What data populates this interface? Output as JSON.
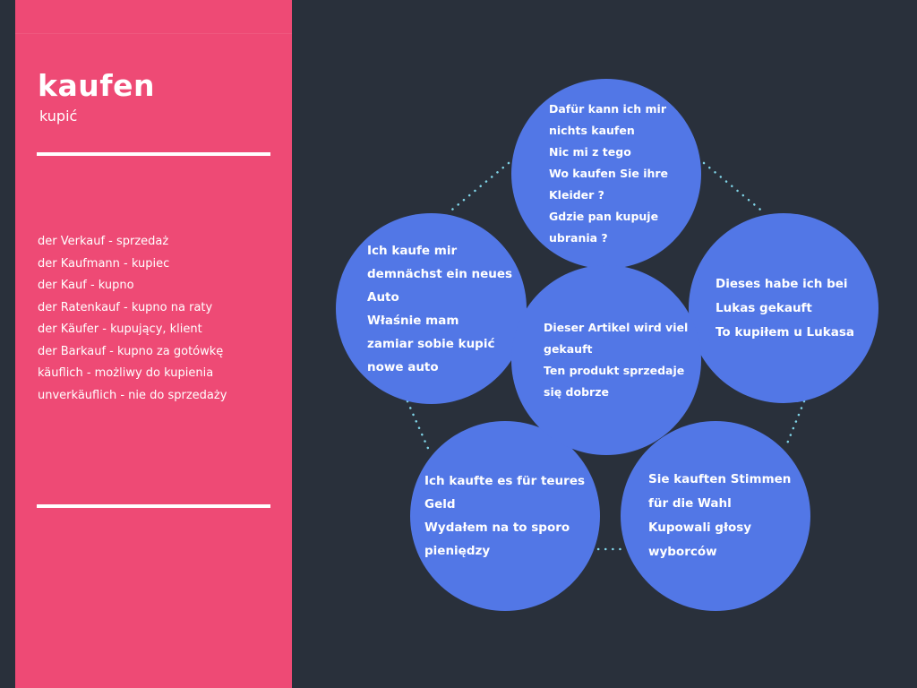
{
  "sidebar": {
    "word": "kaufen",
    "translation": "kupić",
    "related": [
      "der Verkauf - sprzedaż",
      "der Kaufmann - kupiec",
      "der Kauf - kupno",
      "der Ratenkauf - kupno na raty",
      "der Käufer - kupujący, klient",
      "der Barkauf - kupno za gotówkę",
      "käuflich - możliwy do kupienia",
      "unverkäuflich - nie do sprzedaży"
    ]
  },
  "bubbles": {
    "top": {
      "lines": [
        "Dafür kann ich mir",
        "nichts kaufen",
        "Nic mi z tego",
        "Wo kaufen Sie ihre",
        "Kleider ?",
        "Gdzie pan kupuje",
        "ubrania ?"
      ]
    },
    "center": {
      "lines": [
        "Dieser Artikel wird viel",
        "gekauft",
        "Ten produkt sprzedaje",
        "się dobrze"
      ]
    },
    "left": {
      "lines": [
        "Ich kaufe mir",
        "demnächst ein neues",
        "Auto",
        "Właśnie mam",
        "zamiar sobie kupić",
        "nowe auto"
      ]
    },
    "right": {
      "lines": [
        "Dieses habe ich bei",
        "Lukas gekauft",
        "To kupiłem u Lukasa"
      ]
    },
    "bottom_left": {
      "lines": [
        "Ich kaufte es für teures",
        "Geld",
        "Wydałem na to sporo",
        "pieniędzy"
      ]
    },
    "bottom_right": {
      "lines": [
        "Sie kauften Stimmen",
        "für die Wahl",
        "Kupowali głosy",
        "wyborców"
      ]
    }
  },
  "colors": {
    "background": "#29303b",
    "sidebar": "#ee4a75",
    "bubble": "#5277e6",
    "connector": "#7fd3e6",
    "text": "#ffffff"
  }
}
